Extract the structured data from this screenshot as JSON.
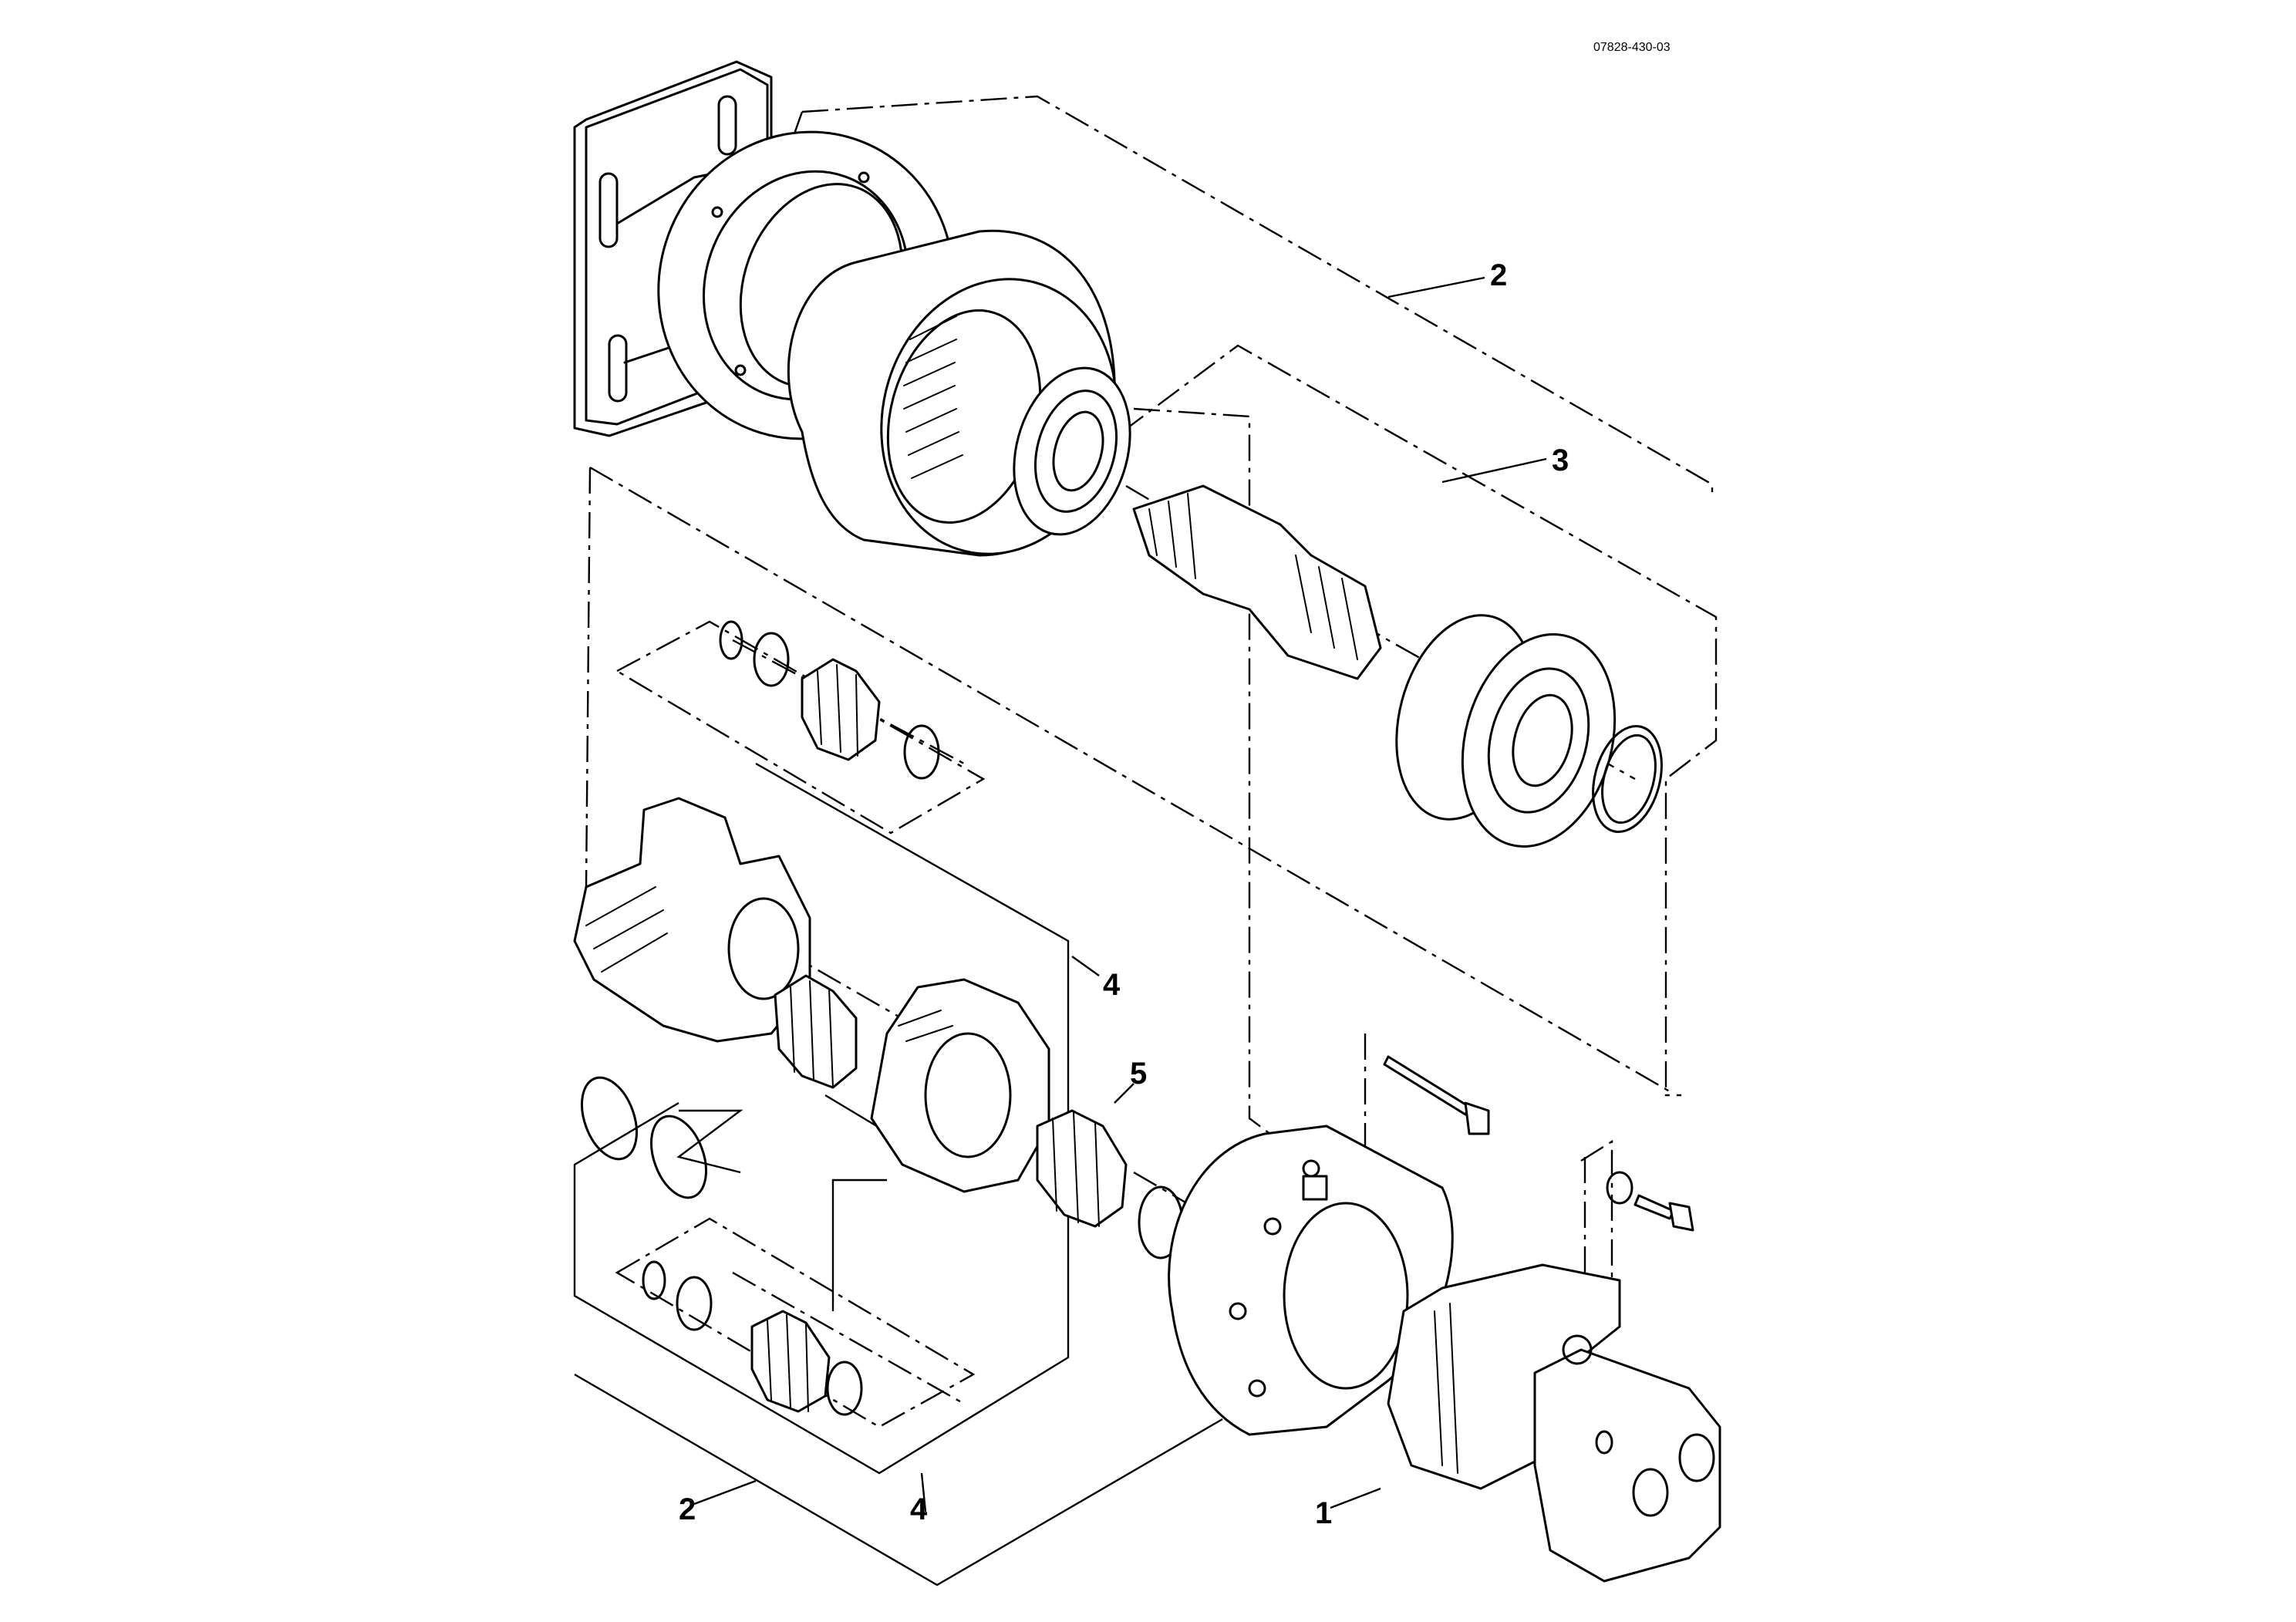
{
  "document_id": "07828-430-03",
  "callouts": [
    {
      "id": "callout-2-top",
      "label": "2"
    },
    {
      "id": "callout-3",
      "label": "3"
    },
    {
      "id": "callout-4-middle",
      "label": "4"
    },
    {
      "id": "callout-5",
      "label": "5"
    },
    {
      "id": "callout-2-bottom",
      "label": "2"
    },
    {
      "id": "callout-4-bottom",
      "label": "4"
    },
    {
      "id": "callout-1",
      "label": "1"
    }
  ]
}
